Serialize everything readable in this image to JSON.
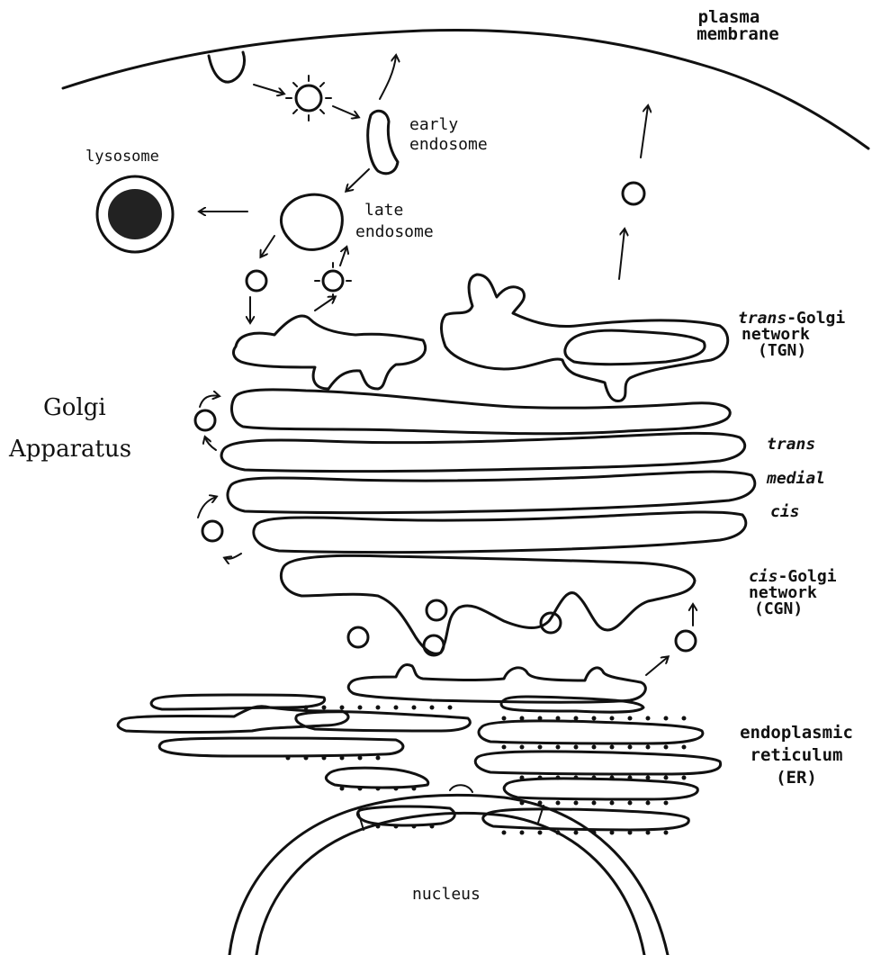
{
  "labels": {
    "plasma_membrane_line1": "plasma",
    "plasma_membrane_line2": "membrane",
    "early_endosome_line1": "early",
    "early_endosome_line2": "endosome",
    "lysosome": "lysosome",
    "late_endosome_line1": "late",
    "late_endosome_line2": "endosome",
    "tgn_prefix": "trans",
    "tgn_suffix": "-Golgi",
    "tgn_line2": "network",
    "tgn_line3": "(TGN)",
    "golgi_line1": "Golgi",
    "golgi_line2": "Apparatus",
    "cisterna_trans": "trans",
    "cisterna_medial": "medial",
    "cisterna_cis": "cis",
    "cgn_prefix": "cis",
    "cgn_suffix": "-Golgi",
    "cgn_line2": "network",
    "cgn_line3": "(CGN)",
    "er_line1": "endoplasmic",
    "er_line2": "reticulum",
    "er_line3": "(ER)",
    "nucleus": "nucleus"
  },
  "colors": {
    "ink": "#111111",
    "background": "#ffffff"
  }
}
